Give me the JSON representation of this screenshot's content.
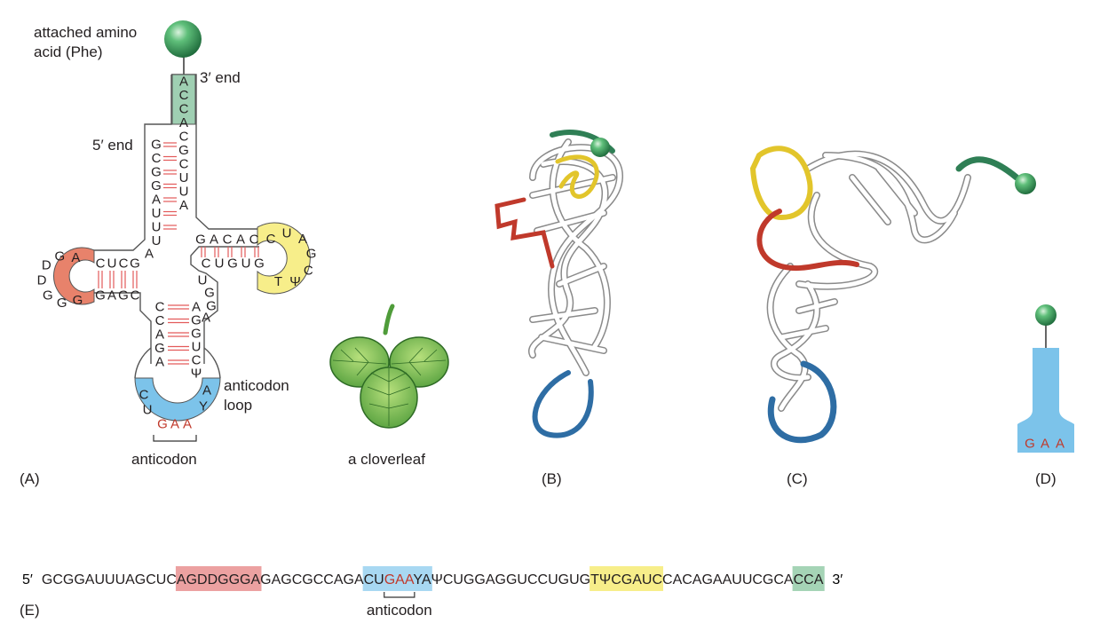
{
  "labels": {
    "amino_acid_line1": "attached amino",
    "amino_acid_line2": "acid (Phe)",
    "three_end": "3′ end",
    "five_end": "5′ end",
    "anticodon_loop_line1": "anticodon",
    "anticodon_loop_line2": "loop",
    "anticodon": "anticodon",
    "cloverleaf": "a cloverleaf",
    "seq_anticodon": "anticodon"
  },
  "panels": {
    "A": "(A)",
    "B": "(B)",
    "C": "(C)",
    "D": "(D)",
    "E": "(E)"
  },
  "colors": {
    "acceptor": "#9fcfb2",
    "d_loop": "#e8826b",
    "t_loop": "#f7ee8a",
    "anticodon_loop": "#7cc3ea",
    "base_pair": "#e35a5a",
    "anticodon_text": "#c0392b",
    "sphere": "#3fa35f",
    "tail": "#2f7f55"
  },
  "cloverleaf_nt": {
    "acceptor_3": [
      "A",
      "C",
      "C",
      "A",
      "C",
      "G",
      "C",
      "U",
      "U",
      "A"
    ],
    "acceptor_5": [
      "G",
      "C",
      "G",
      "G",
      "A",
      "U",
      "U",
      "U"
    ],
    "connector": "A",
    "d_stem_top": [
      "C",
      "U",
      "C",
      "G"
    ],
    "d_stem_bottom": [
      "G",
      "A",
      "G",
      "C"
    ],
    "d_loop": [
      "A",
      "G",
      "D",
      "D",
      "G",
      "G",
      "G"
    ],
    "anti_stem_left": [
      "C",
      "C",
      "A",
      "G",
      "A"
    ],
    "anti_stem_right": [
      "A",
      "G",
      "G",
      "U",
      "C",
      "Ψ"
    ],
    "anti_loop_left": [
      "C",
      "U"
    ],
    "anti_loop_right": [
      "A",
      "Y"
    ],
    "anticodon": [
      "G",
      "A",
      "A"
    ],
    "var_loop": [
      "U",
      "G",
      "G",
      "A"
    ],
    "t_stem_top": [
      "G",
      "A",
      "C",
      "A",
      "C"
    ],
    "t_stem_bottom": [
      "C",
      "U",
      "G",
      "U",
      "G"
    ],
    "t_loop": [
      "C",
      "U",
      "A",
      "G",
      "C",
      "Ψ",
      "T"
    ]
  },
  "panel_d_anticodon": [
    "G",
    "A",
    "A"
  ],
  "sequence": {
    "prefix": "5′",
    "suffix": "3′",
    "segments": [
      {
        "text": "GCGGAUUUAGCUC",
        "hl": "none"
      },
      {
        "text": "AGDDGGGA",
        "hl": "d"
      },
      {
        "text": "GAGCGCCAGA",
        "hl": "none"
      },
      {
        "text": "CU",
        "hl": "anti"
      },
      {
        "text": "GAA",
        "hl": "anti-red"
      },
      {
        "text": "YA",
        "hl": "anti"
      },
      {
        "text": "ΨCUGGAGGUCCUGUG",
        "hl": "none"
      },
      {
        "text": "TΨCGAUC",
        "hl": "t"
      },
      {
        "text": "CACAGAAUUCGCA",
        "hl": "none"
      },
      {
        "text": "CCA",
        "hl": "acc"
      }
    ]
  }
}
